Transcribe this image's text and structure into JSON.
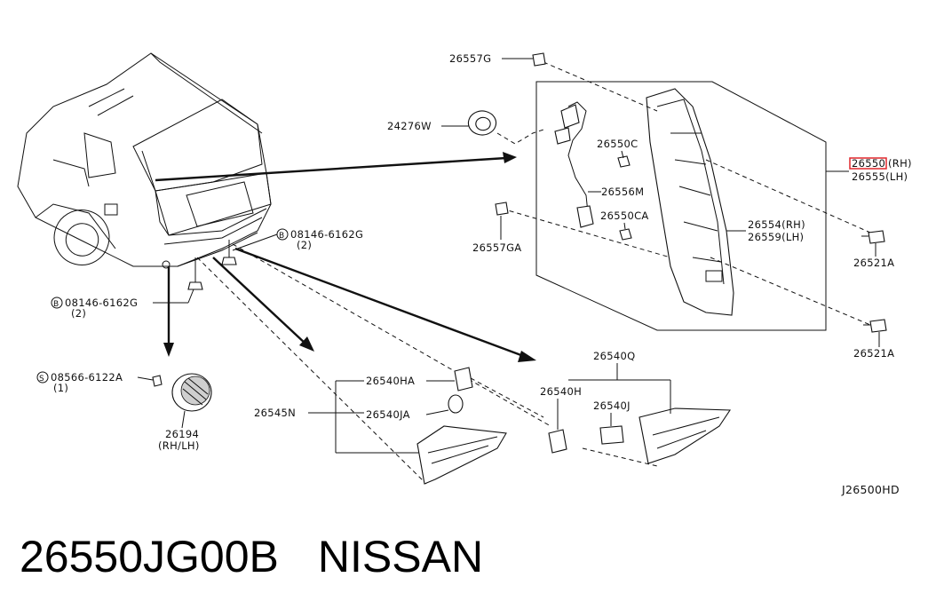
{
  "labels": {
    "p26557G": "26557G",
    "p24276W": "24276W",
    "p26550C": "26550C",
    "p26556M": "26556M",
    "p26550CA": "26550CA",
    "p26557GA": "26557GA",
    "p26550": "26550",
    "p26550_rh": "(RH)",
    "p26555": "26555(LH)",
    "p26554": "26554(RH)",
    "p26559": "26559(LH)",
    "p26521A_1": "26521A",
    "p26521A_2": "26521A",
    "bolt1": "08146-6162G",
    "bolt1_qty": "(2)",
    "bolt2": "08146-6162G",
    "bolt2_qty": "(2)",
    "screw": "08566-6122A",
    "screw_qty": "(1)",
    "p26194": "26194",
    "p26194_side": "(RH/LH)",
    "p26540HA": "26540HA",
    "p26545N": "26545N",
    "p26540JA": "26540JA",
    "p26540Q": "26540Q",
    "p26540H": "26540H",
    "p26540J": "26540J",
    "diagram_id": "J26500HD",
    "b_symbol": "B",
    "s_symbol": "S"
  },
  "footer": {
    "part_number": "26550JG00B",
    "brand": "NISSAN"
  },
  "highlight_color": "#e0262b"
}
